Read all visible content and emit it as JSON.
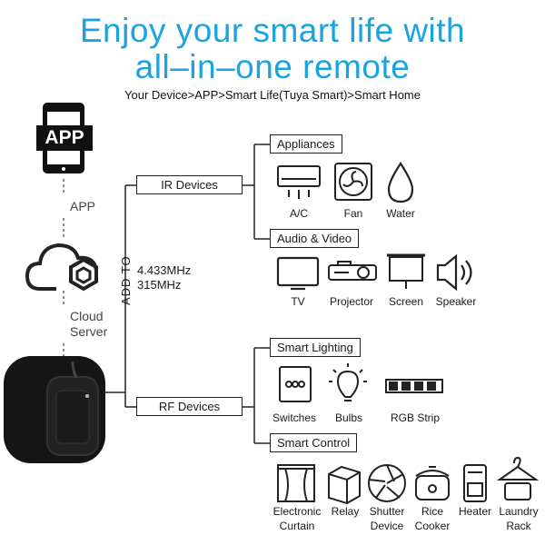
{
  "header": {
    "title_line1": "Enjoy your smart life with",
    "title_line2": "all–in–one remote",
    "subtitle": "Your Device>APP>Smart Life(Tuya Smart)>Smart Home"
  },
  "left": {
    "app_badge": "APP",
    "app_label": "APP",
    "cloud_label_1": "Cloud",
    "cloud_label_2": "Server",
    "add_to": "ADD TO",
    "freq_1": "4.433MHz",
    "freq_2": "315MHz"
  },
  "tree": {
    "ir_devices": "IR Devices",
    "rf_devices": "RF Devices",
    "appliances": "Appliances",
    "audio_video": "Audio & Video",
    "smart_lighting": "Smart Lighting",
    "smart_control": "Smart Control"
  },
  "devices": {
    "ac": "A/C",
    "fan": "Fan",
    "water": "Water",
    "tv": "TV",
    "projector": "Projector",
    "screen": "Screen",
    "speaker": "Speaker",
    "switches": "Switches",
    "bulbs": "Bulbs",
    "rgb_strip": "RGB Strip",
    "curtain_1": "Electronic",
    "curtain_2": "Curtain",
    "relay": "Relay",
    "shutter_1": "Shutter",
    "shutter_2": "Device",
    "rice_1": "Rice",
    "rice_2": "Cooker",
    "heater": "Heater",
    "laundry_1": "Laundry",
    "laundry_2": "Rack"
  },
  "colors": {
    "accent": "#1aa3df",
    "line": "#222222",
    "device": "#151515"
  }
}
